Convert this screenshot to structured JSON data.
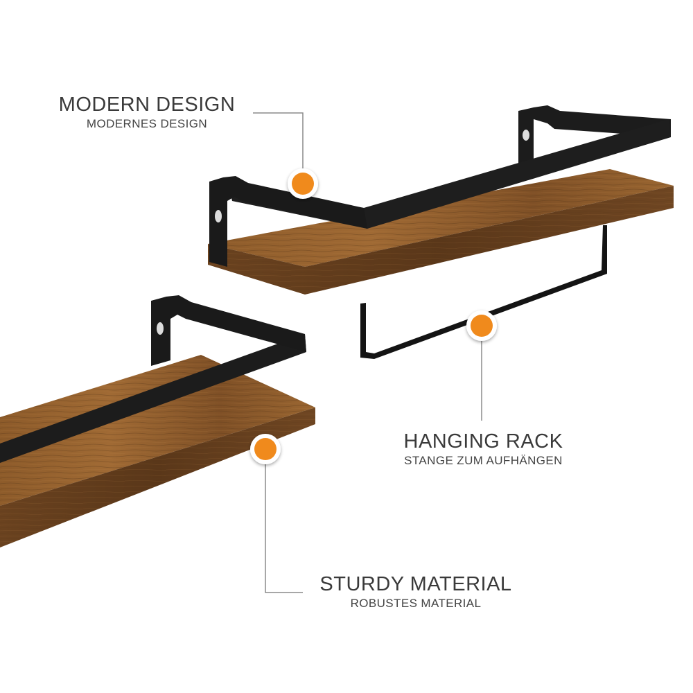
{
  "callouts": {
    "modern_design": {
      "title": "MODERN DESIGN",
      "subtitle": "MODERNES DESIGN"
    },
    "hanging_rack": {
      "title": "HANGING RACK",
      "subtitle": "STANGE ZUM AUFHÄNGEN"
    },
    "sturdy_material": {
      "title": "STURDY MATERIAL",
      "subtitle": "ROBUSTES MATERIAL"
    }
  },
  "colors": {
    "marker": "#F08A1E",
    "marker_ring": "#ffffff",
    "leader_line": "#8a8a8a",
    "wood_top": "#8a5a2b",
    "wood_front": "#6b4220",
    "metal": "#1c1c1c",
    "text": "#3a3a3a"
  }
}
